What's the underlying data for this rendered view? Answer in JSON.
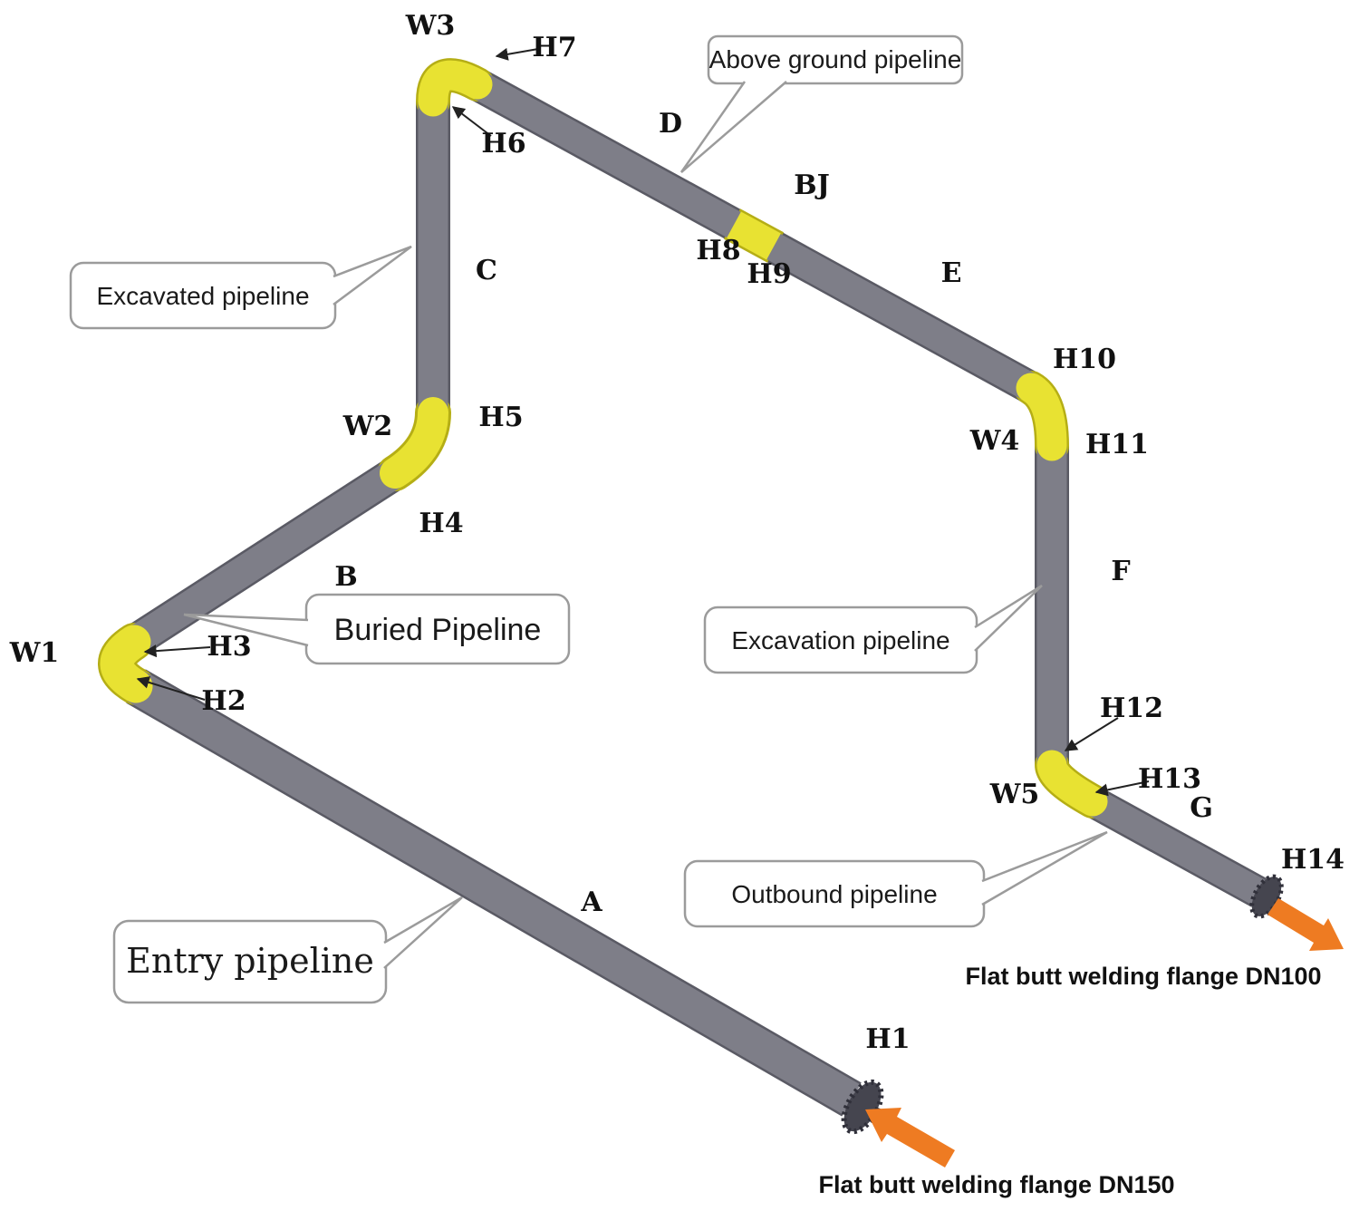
{
  "colors": {
    "pipe": "#7e7e88",
    "pipe_outline": "#5a5a64",
    "bend": "#e8e232",
    "bend_outline": "#b5ae15",
    "arrow": "#ee7b22",
    "flange": "#45454f"
  },
  "nodes": {
    "W1": "W1",
    "W2": "W2",
    "W3": "W3",
    "W4": "W4",
    "W5": "W5",
    "BJ": "BJ",
    "H1": "H1",
    "H2": "H2",
    "H3": "H3",
    "H4": "H4",
    "H5": "H5",
    "H6": "H6",
    "H7": "H7",
    "H8": "H8",
    "H9": "H9",
    "H10": "H10",
    "H11": "H11",
    "H12": "H12",
    "H13": "H13",
    "H14": "H14"
  },
  "segments": {
    "A": "A",
    "B": "B",
    "C": "C",
    "D": "D",
    "E": "E",
    "F": "F",
    "G": "G"
  },
  "callouts": {
    "above_ground": "Above ground pipeline",
    "excavated": "Excavated pipeline",
    "buried": "Buried Pipeline",
    "excavation": "Excavation pipeline",
    "outbound": "Outbound pipeline",
    "entry": "Entry pipeline"
  },
  "notes": {
    "flange_dn100": "Flat butt welding flange DN100",
    "flange_dn150": "Flat butt welding flange DN150"
  }
}
